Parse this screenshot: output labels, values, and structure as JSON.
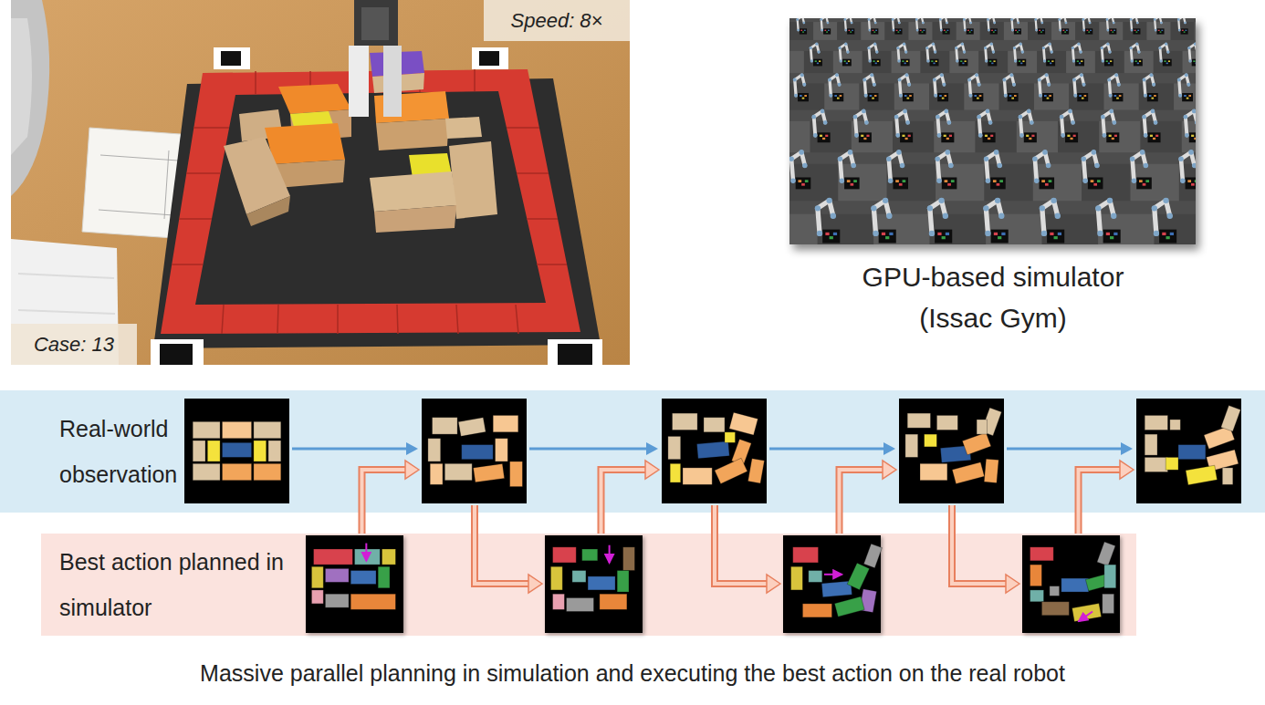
{
  "diagram": {
    "caption": "Massive parallel planning in simulation and executing the best action on the real robot",
    "nodes": [
      {
        "text": [
          "Real-world observation"
        ]
      },
      {
        "text": [
          "Best action planned in simulator"
        ]
      }
    ],
    "labels": [
      "Speed: 8×",
      "Case: 13",
      "GPU-based simulator (Issac Gym)"
    ]
  }
}
